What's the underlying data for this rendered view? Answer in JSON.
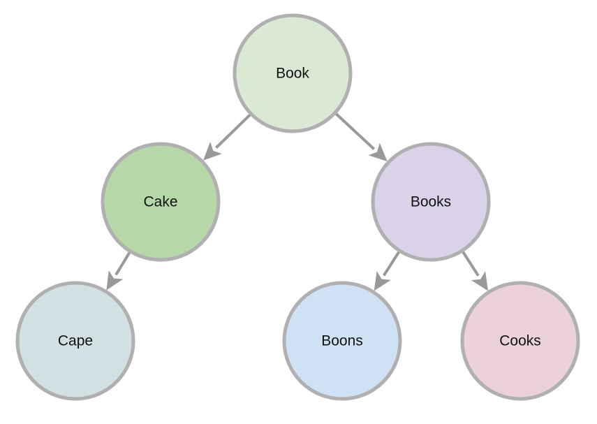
{
  "diagram": {
    "type": "tree",
    "node_border_color": "#b0b0b0",
    "edge_color": "#999999",
    "nodes": [
      {
        "id": "book",
        "label": "Book",
        "fill": "#d9e9d3"
      },
      {
        "id": "cake",
        "label": "Cake",
        "fill": "#b6d7a8"
      },
      {
        "id": "books",
        "label": "Books",
        "fill": "#d9d2e9"
      },
      {
        "id": "cape",
        "label": "Cape",
        "fill": "#d0e0e3"
      },
      {
        "id": "boons",
        "label": "Boons",
        "fill": "#cfe2f3"
      },
      {
        "id": "cooks",
        "label": "Cooks",
        "fill": "#ead1dc"
      }
    ],
    "edges": [
      {
        "from": "book",
        "to": "cake"
      },
      {
        "from": "book",
        "to": "books"
      },
      {
        "from": "cake",
        "to": "cape"
      },
      {
        "from": "books",
        "to": "boons"
      },
      {
        "from": "books",
        "to": "cooks"
      }
    ]
  }
}
